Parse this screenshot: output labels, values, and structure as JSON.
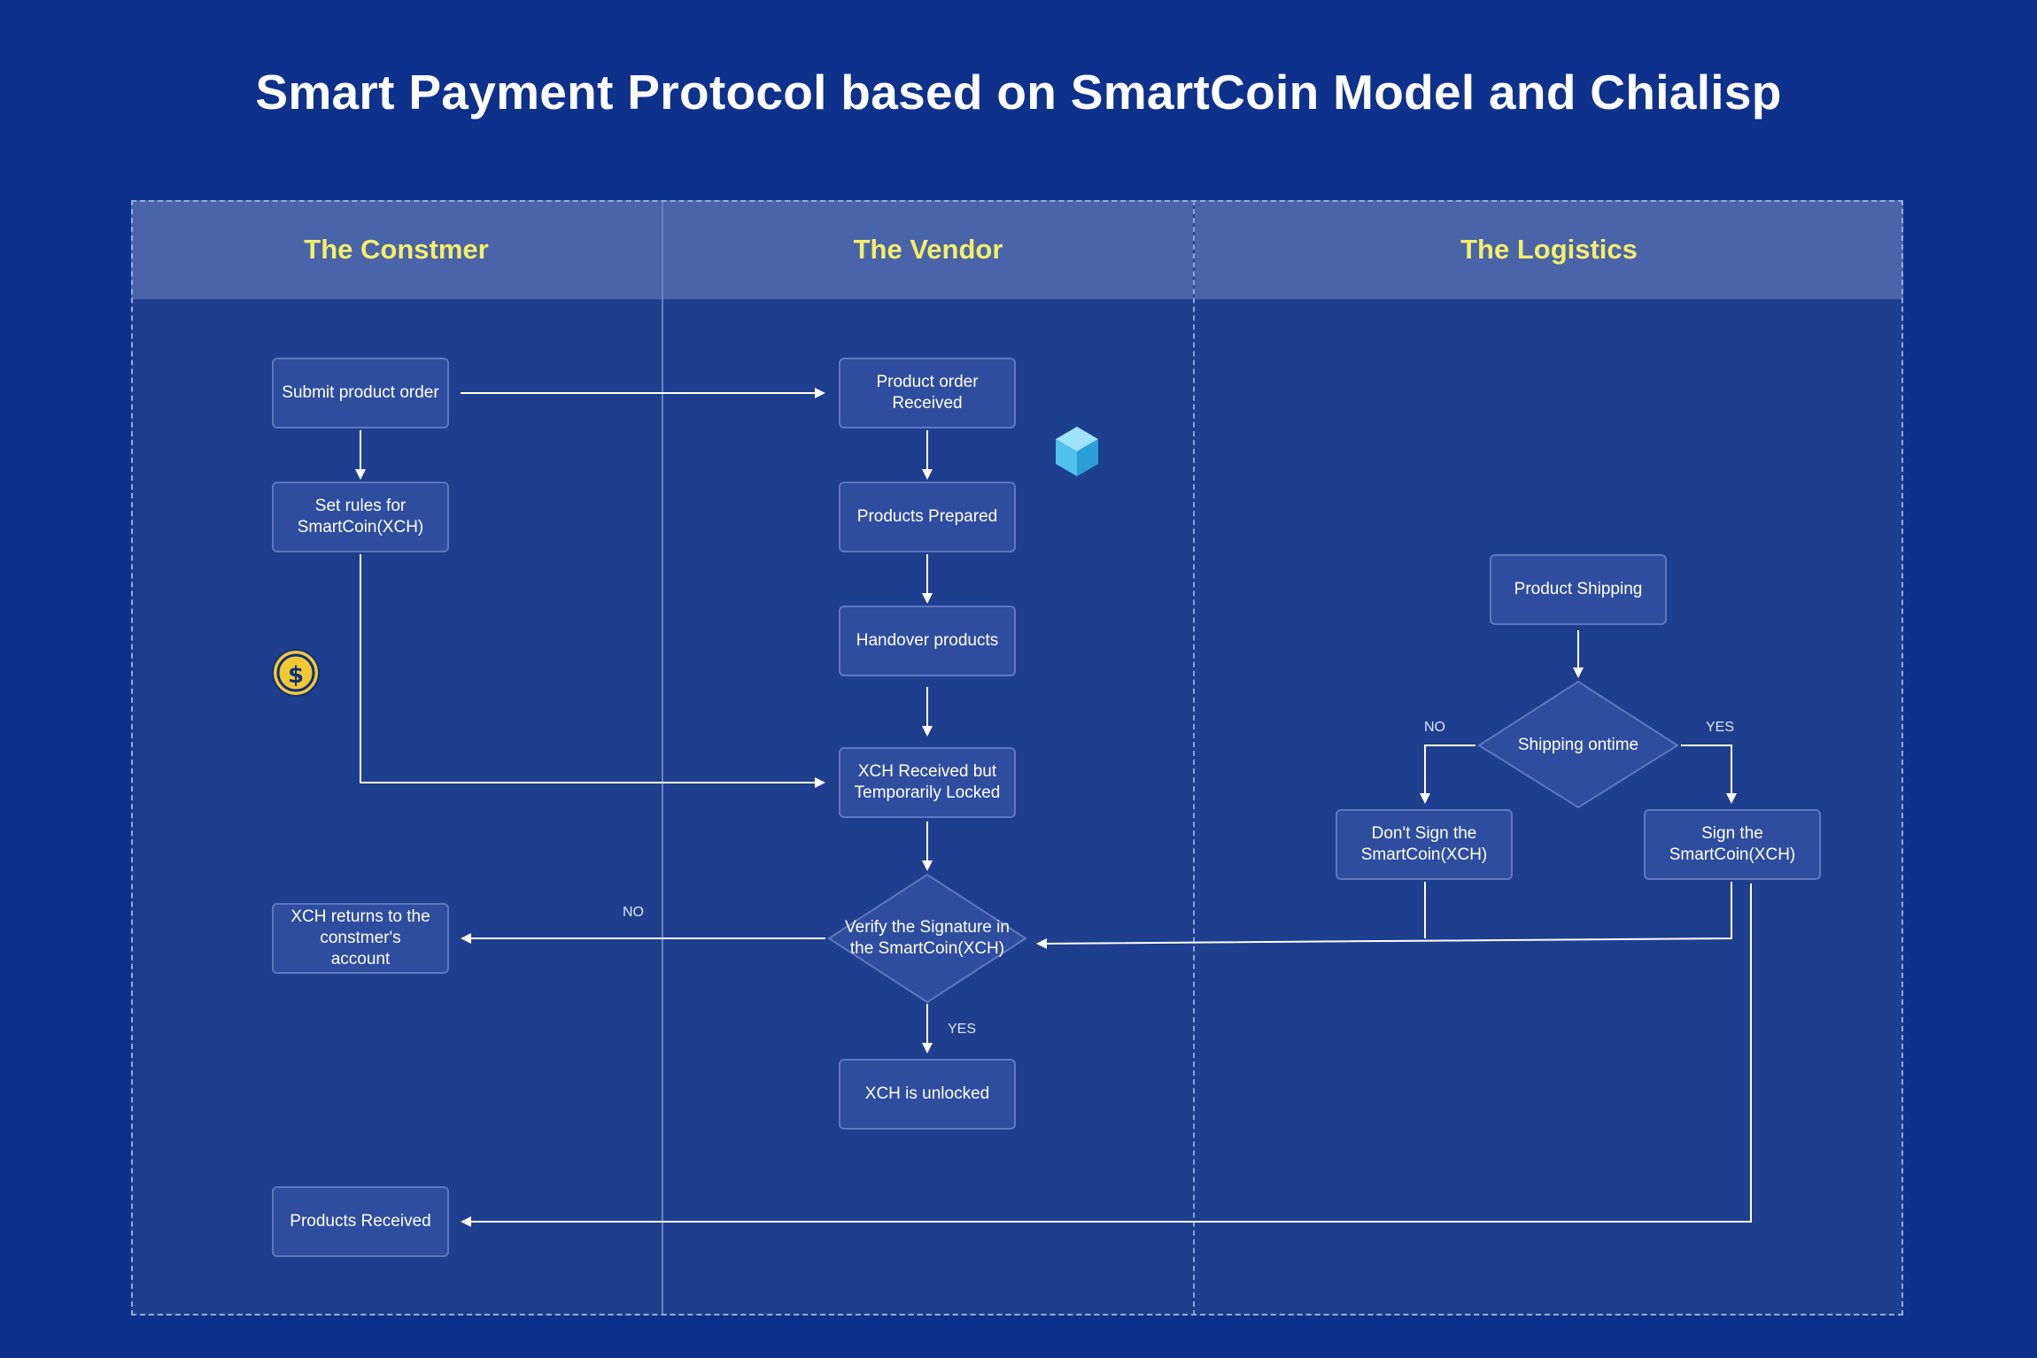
{
  "title": "Smart Payment Protocol based on SmartCoin Model and Chialisp",
  "lanes": {
    "consumer": "The Constmer",
    "vendor": "The Vendor",
    "logistics": "The Logistics"
  },
  "nodes": {
    "submit_order": "Submit product order",
    "set_rules": "Set rules for\nSmartCoin(XCH)",
    "xch_returns": "XCH returns to the\nconstmer's\naccount",
    "products_received": "Products Received",
    "order_received": "Product order Received",
    "products_prepared": "Products Prepared",
    "handover": "Handover products",
    "xch_locked": "XCH Received but\nTemporarily Locked",
    "verify_signature": "Verify the Signature in\nthe SmartCoin(XCH)",
    "xch_unlocked": "XCH is unlocked",
    "product_shipping": "Product Shipping",
    "shipping_ontime": "Shipping ontime",
    "dont_sign": "Don't Sign the\nSmartCoin(XCH)",
    "sign": "Sign the\nSmartCoin(XCH)"
  },
  "edge_labels": {
    "verify_no": "NO",
    "verify_yes": "YES",
    "shipping_no": "NO",
    "shipping_yes": "YES"
  },
  "colors": {
    "background": "#0e318c",
    "lane": "#1e3e8e",
    "lane_header": "#4a64a9",
    "lane_title": "#f4ef6a",
    "node_fill": "#2e4d9e",
    "node_border": "#5f78be",
    "coin": "#f2c832",
    "cube": "#4fc3ec"
  },
  "icons": [
    "coin-dollar-icon",
    "cube-icon"
  ]
}
